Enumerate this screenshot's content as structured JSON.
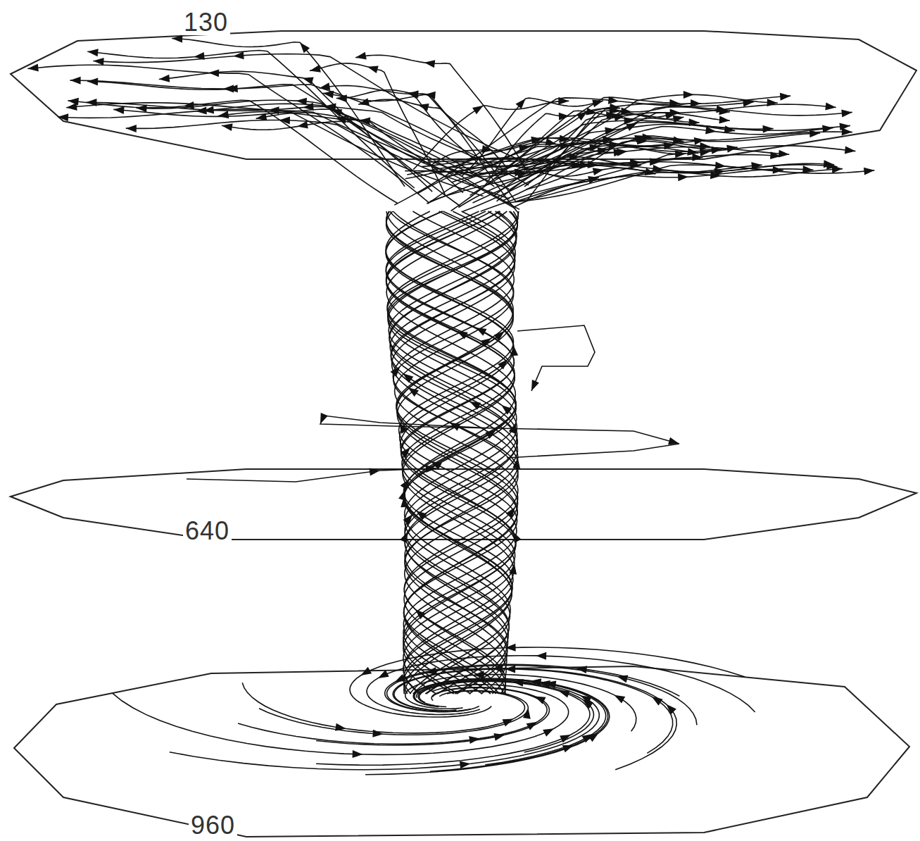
{
  "diagram": {
    "labels": [
      "130",
      "640",
      "960"
    ]
  }
}
